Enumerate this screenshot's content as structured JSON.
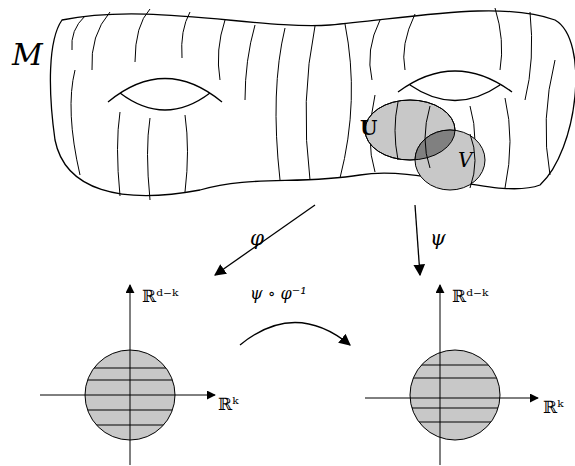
{
  "diagram": {
    "labels": [
      "M",
      "U",
      "V",
      "φ",
      "ψ",
      "ψ ∘ φ⁻¹",
      "ℝᵈ⁻ᵏ",
      "ℝᵏ",
      "ℝᵈ⁻ᵏ",
      "ℝᵏ"
    ]
  }
}
